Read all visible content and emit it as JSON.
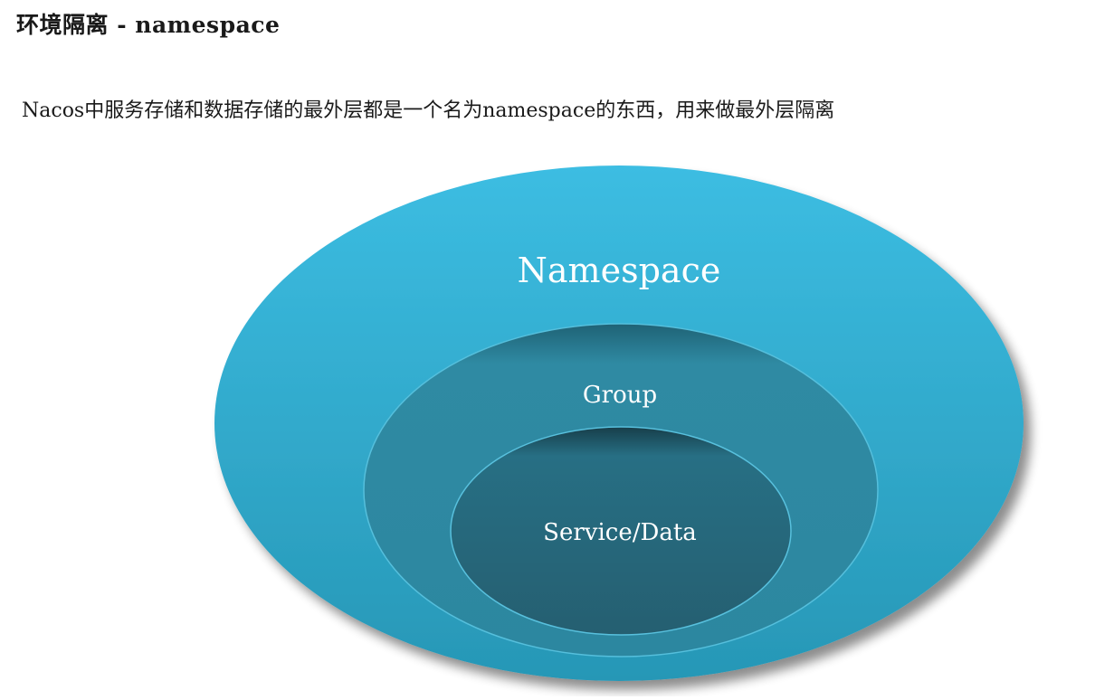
{
  "header": {
    "title": "环境隔离 - namespace"
  },
  "content": {
    "description": "Nacos中服务存储和数据存储的最外层都是一个名为namespace的东西，用来做最外层隔离"
  },
  "diagram": {
    "layers": [
      {
        "label": "Namespace",
        "color": "#3ab6dd"
      },
      {
        "label": "Group",
        "color": "#2d8ea8"
      },
      {
        "label": "Service/Data",
        "color": "#256c81"
      }
    ]
  }
}
